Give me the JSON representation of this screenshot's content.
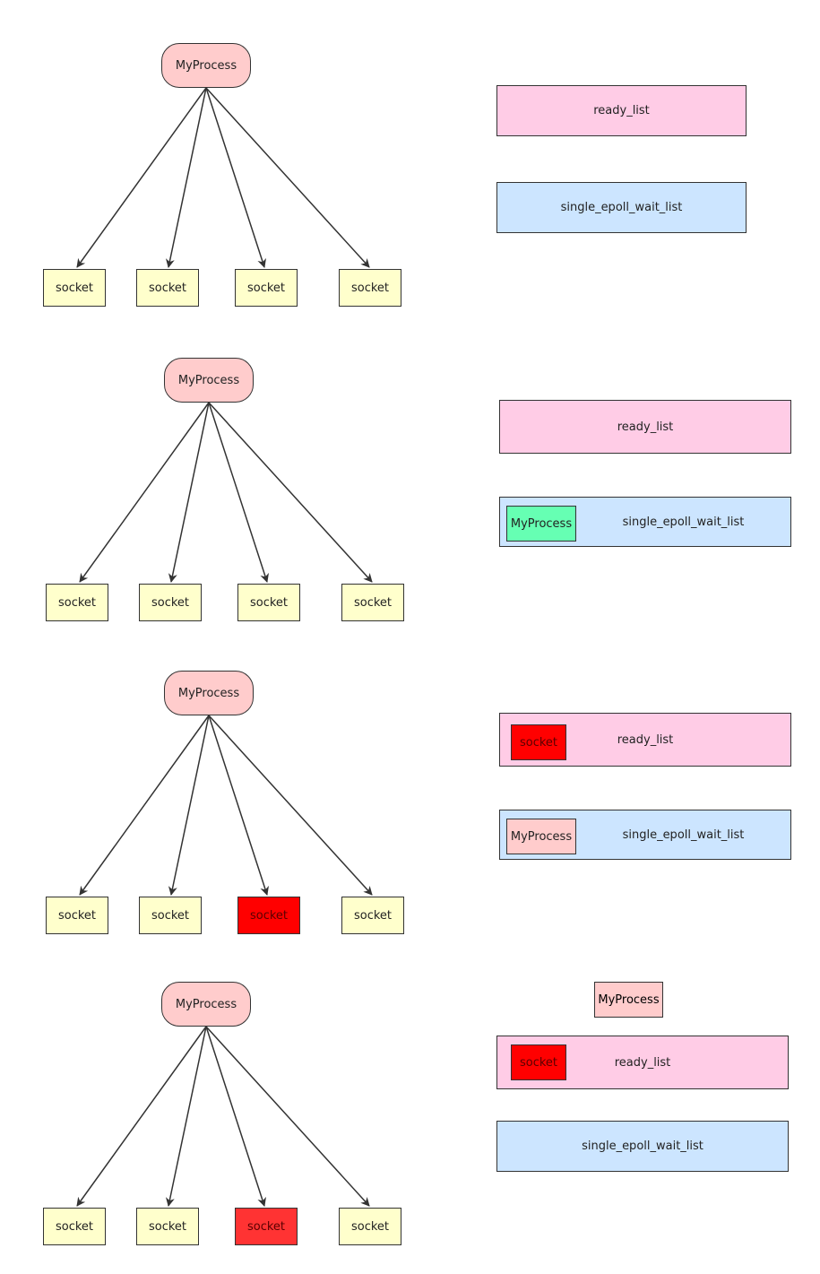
{
  "colors": {
    "process_fill": "#ffcccc",
    "socket_fill": "#ffffcc",
    "socket_active_fill": "#ff0000",
    "socket_active_fill_light": "#ff3333",
    "ready_list_fill": "#ffcce6",
    "wait_list_fill": "#cce5ff",
    "waiting_process_fill": "#66ffb3",
    "stroke": "#333333"
  },
  "panels": [
    {
      "process": "MyProcess",
      "sockets": [
        "socket",
        "socket",
        "socket",
        "socket"
      ],
      "ready_list": {
        "label": "ready_list",
        "item": ""
      },
      "wait_list": {
        "label": "single_epoll_wait_list",
        "item": ""
      }
    },
    {
      "process": "MyProcess",
      "sockets": [
        "socket",
        "socket",
        "socket",
        "socket"
      ],
      "ready_list": {
        "label": "ready_list",
        "item": ""
      },
      "wait_list": {
        "label": "single_epoll_wait_list",
        "item": "MyProcess"
      }
    },
    {
      "process": "MyProcess",
      "sockets": [
        "socket",
        "socket",
        "socket",
        "socket"
      ],
      "ready_list": {
        "label": "ready_list",
        "item": "socket"
      },
      "wait_list": {
        "label": "single_epoll_wait_list",
        "item": "MyProcess"
      }
    },
    {
      "process": "MyProcess",
      "sockets": [
        "socket",
        "socket",
        "socket",
        "socket"
      ],
      "detached_process": "MyProcess",
      "ready_list": {
        "label": "ready_list",
        "item": "socket"
      },
      "wait_list": {
        "label": "single_epoll_wait_list",
        "item": ""
      }
    }
  ]
}
